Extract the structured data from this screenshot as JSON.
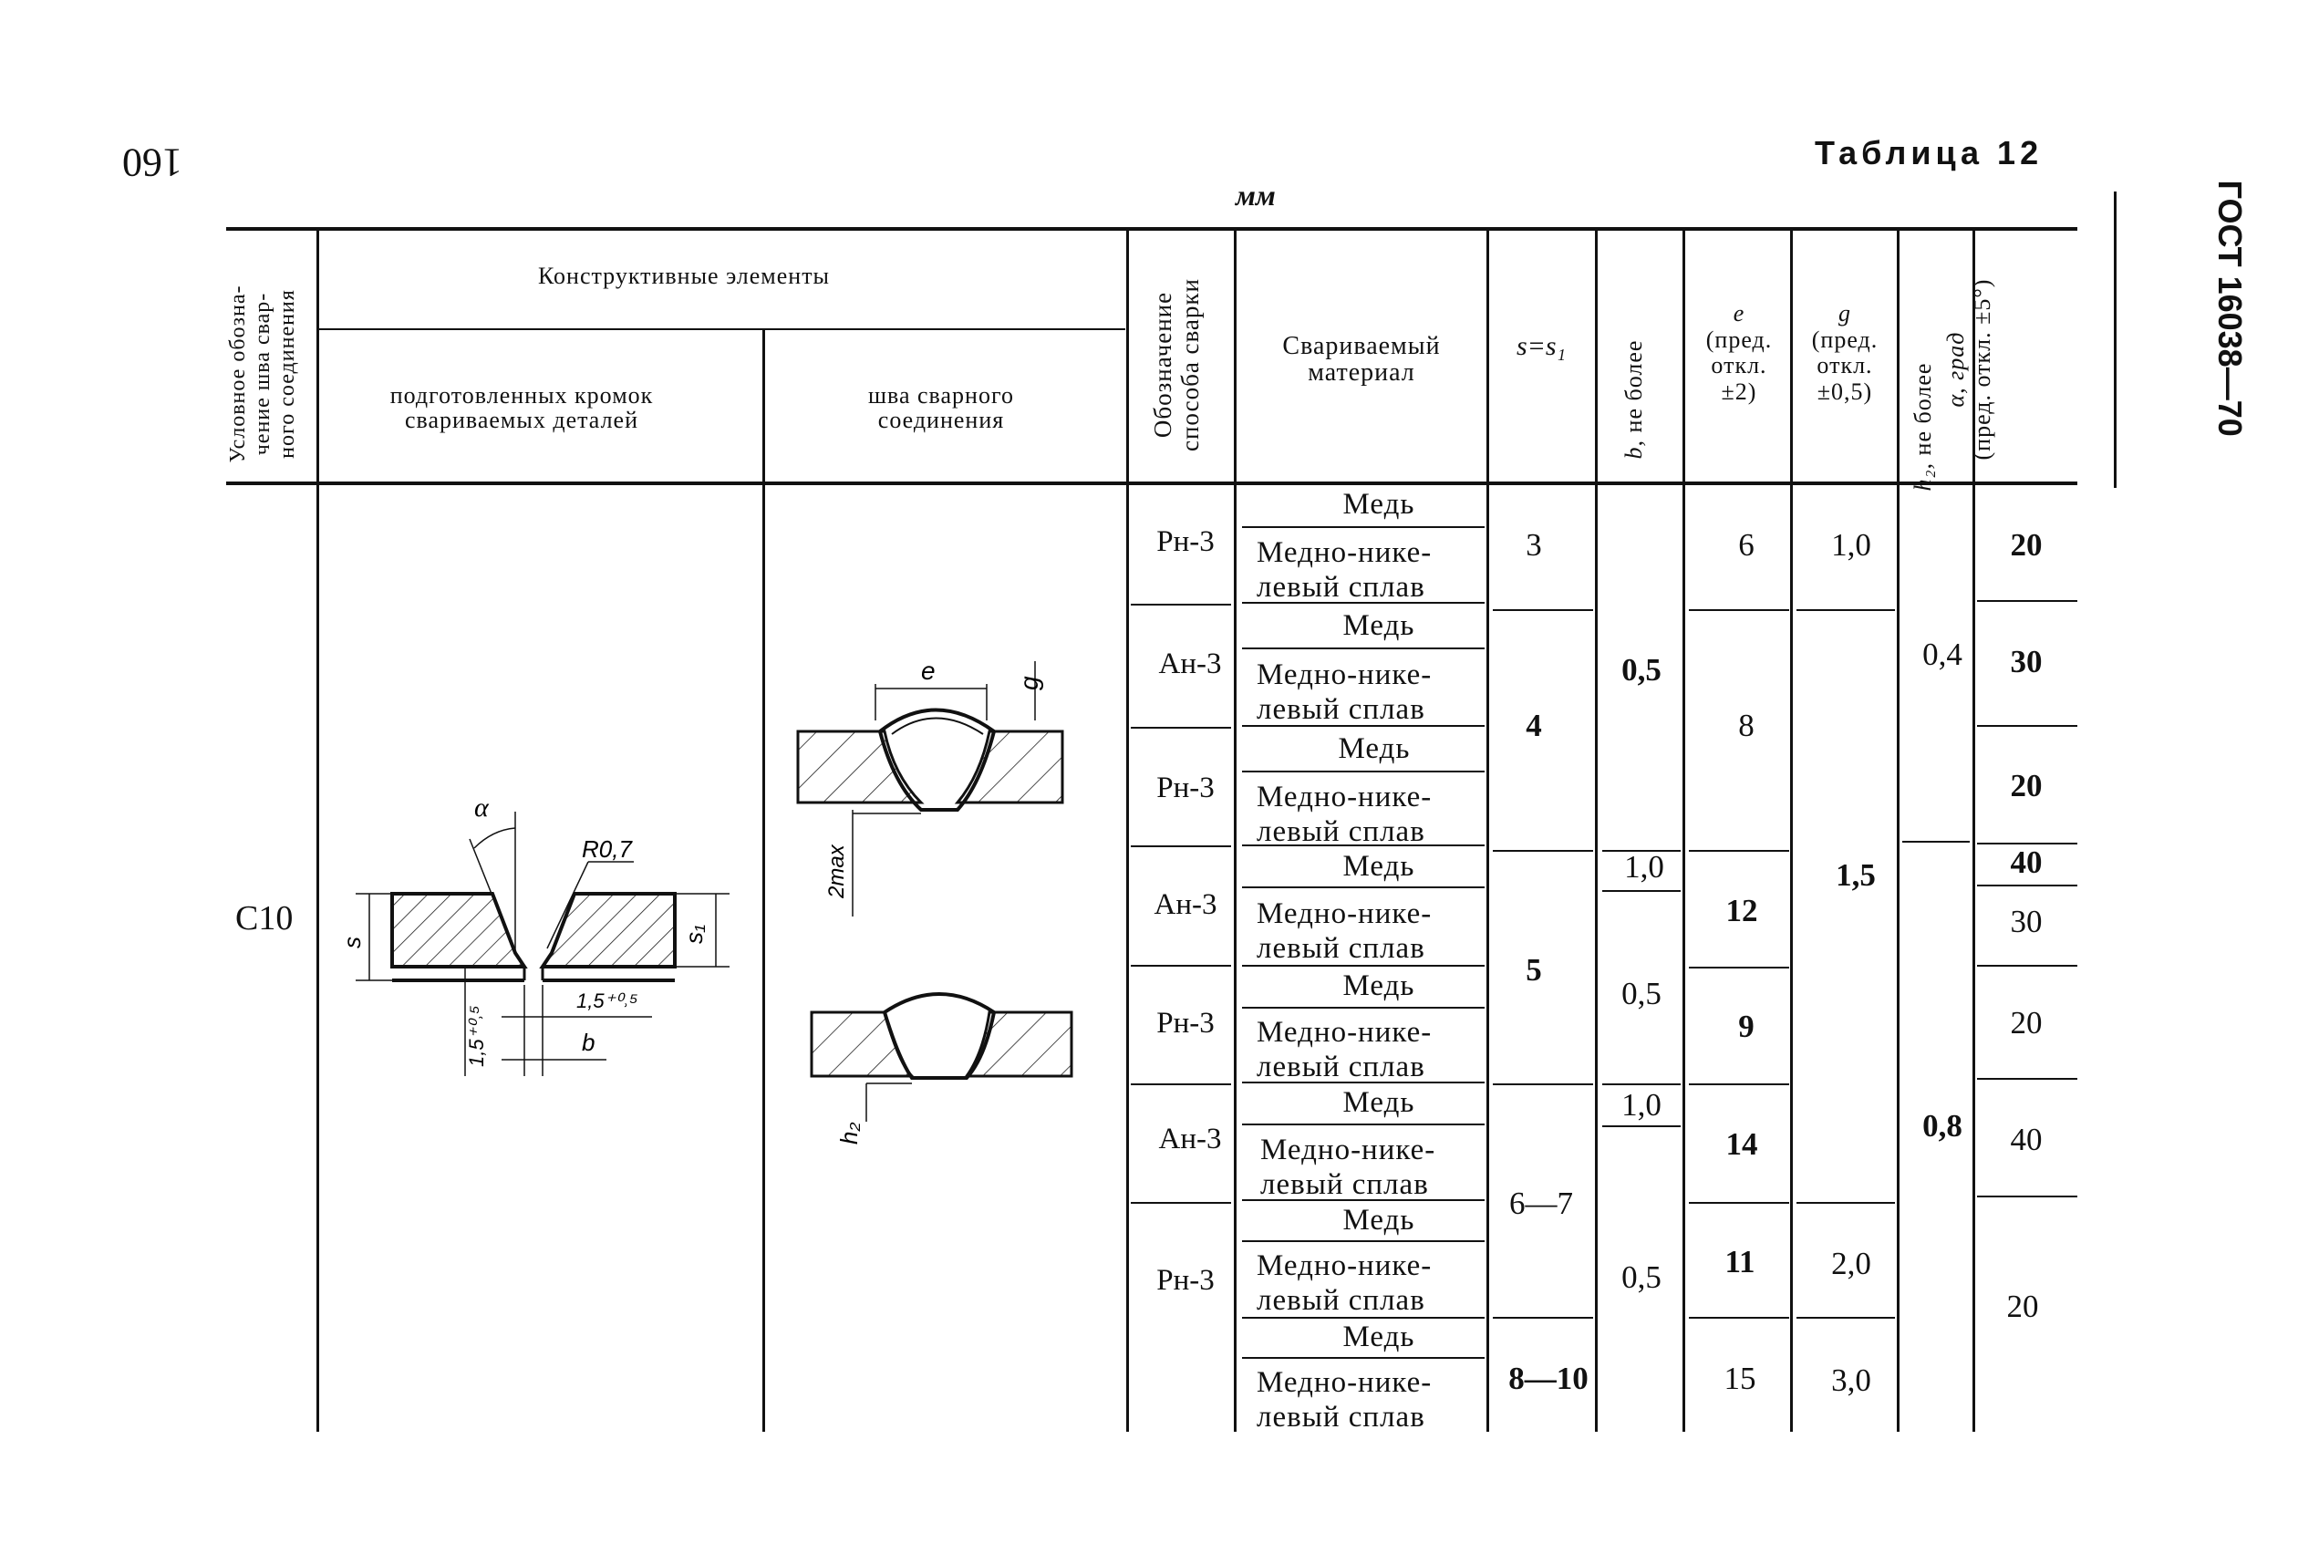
{
  "page": {
    "page_number": "160",
    "table_title": "Таблица 12",
    "units": "мм",
    "standard": "ГОСТ 16038—70"
  },
  "headers": {
    "designation_line1": "Условное обозна-",
    "designation_line2": "чение шва свар-",
    "designation_line3": "ного соединения",
    "structural": "Конструктивные элементы",
    "prepared_line1": "подготовленных кромок",
    "prepared_line2": "свариваемых деталей",
    "seam_line1": "шва сварного",
    "seam_line2": "соединения",
    "method_line1": "Обозначение",
    "method_line2": "способа сварки",
    "material_line1": "Свариваемый",
    "material_line2": "материал",
    "s": "s=s₁",
    "b_sym": "b,",
    "b_label": "не более",
    "e_sym": "e",
    "e_l2": "(пред.",
    "e_l3": "откл.",
    "e_l4": "±2)",
    "g_sym": "g",
    "g_l2": "(пред.",
    "g_l3": "откл.",
    "g_l4": "±0,5)",
    "h2_sym": "h₂,",
    "h2_label": "не более",
    "alpha_sym": "α, град",
    "alpha_label": "(пред. откл. ±5°)"
  },
  "body": {
    "designation": "С10",
    "methods": [
      "Рн-3",
      "Ан-3",
      "Рн-3",
      "Ан-3",
      "Рн-3",
      "Ан-3",
      "Рн-3"
    ],
    "materials": {
      "copper": "Медь",
      "alloy_l1": "Медно-нике-",
      "alloy_l2": "левый сплав"
    },
    "s": [
      "3",
      "4",
      "5",
      "6—7",
      "8—10"
    ],
    "b": [
      "0,5",
      "1,0",
      "0,5",
      "1,0",
      "0,5"
    ],
    "e": [
      "6",
      "8",
      "12",
      "9",
      "14",
      "11",
      "15"
    ],
    "g": [
      "1,0",
      "1,5",
      "2,0",
      "3,0"
    ],
    "h2": [
      "0,4",
      "0,8"
    ],
    "alpha": [
      "20",
      "30",
      "20",
      "40",
      "30",
      "20",
      "40",
      "20"
    ]
  },
  "drawing_labels": {
    "alpha": "α",
    "radius": "R0,7",
    "s": "s",
    "s1": "s₁",
    "gap1": "1,5⁺⁰˒⁵",
    "gap2": "1,5⁺⁰˒⁵",
    "b": "b",
    "e": "e",
    "g": "g",
    "two_max": "2max",
    "h2": "h₂"
  }
}
